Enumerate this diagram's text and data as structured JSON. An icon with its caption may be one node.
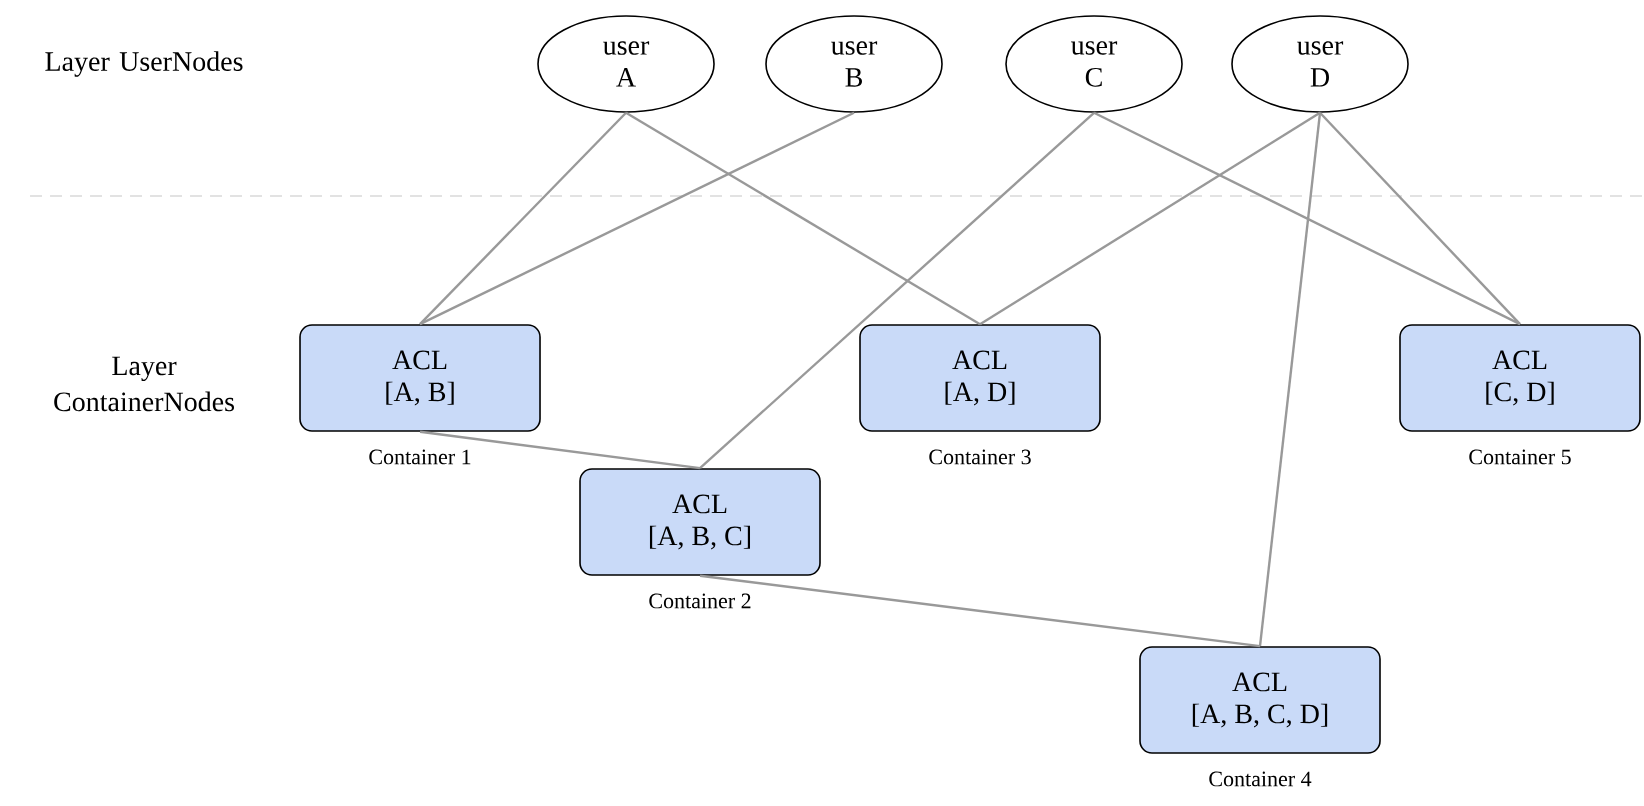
{
  "diagram": {
    "nodes": [
      {
        "text": [
          "user A"
        ]
      },
      {
        "text": [
          "user B"
        ]
      },
      {
        "text": [
          "user C"
        ]
      },
      {
        "text": [
          "user D"
        ]
      },
      {
        "text": [
          "ACL [A, B]"
        ],
        "beside": [
          "Container 1"
        ]
      },
      {
        "text": [
          "ACL [A, D]"
        ],
        "beside": [
          "Container 3"
        ]
      },
      {
        "text": [
          "ACL [C, D]"
        ],
        "beside": [
          "Container 5"
        ]
      },
      {
        "text": [
          "ACL [A, B, C]"
        ],
        "beside": [
          "Container 2"
        ]
      },
      {
        "text": [
          "ACL [A, B, C, D]"
        ],
        "beside": [
          "Container 4"
        ]
      }
    ],
    "edges": [
      {
        "from": 0,
        "to": 4,
        "arrow": "none"
      },
      {
        "from": 0,
        "to": 5,
        "arrow": "none"
      },
      {
        "from": 1,
        "to": 4,
        "arrow": "none"
      },
      {
        "from": 2,
        "to": 7,
        "arrow": "none"
      },
      {
        "from": 2,
        "to": 6,
        "arrow": "none"
      },
      {
        "from": 3,
        "to": 5,
        "arrow": "none"
      },
      {
        "from": 3,
        "to": 6,
        "arrow": "none"
      },
      {
        "from": 3,
        "to": 8,
        "arrow": "none"
      },
      {
        "from": 4,
        "to": 7,
        "arrow": "none"
      },
      {
        "from": 7,
        "to": 8,
        "arrow": "none"
      }
    ],
    "labels": [
      "Layer UserNodes",
      "Layer ContainerNodes"
    ]
  }
}
